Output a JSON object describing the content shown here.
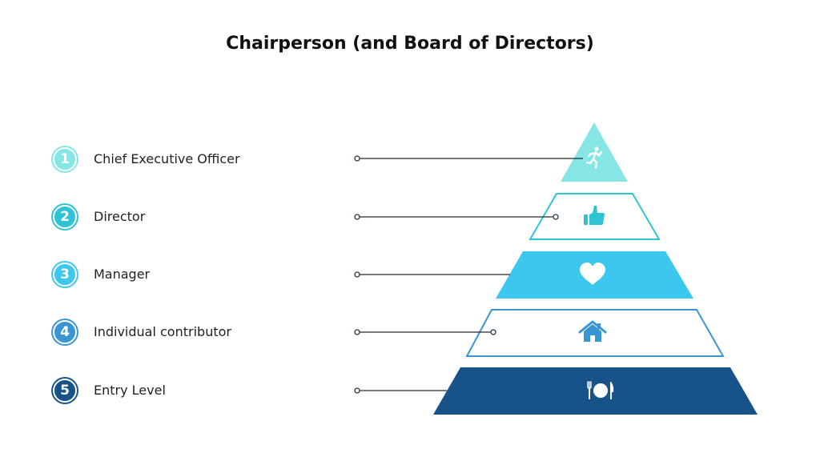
{
  "title": "Chairperson (and Board of Directors)",
  "levels": [
    {
      "number": "1",
      "label": "Chief Executive Officer",
      "icon": "running-person-icon",
      "style": "filled",
      "color": "#86E6E6"
    },
    {
      "number": "2",
      "label": "Director",
      "icon": "thumbs-up-icon",
      "style": "outline",
      "color": "#2EC4D6"
    },
    {
      "number": "3",
      "label": "Manager",
      "icon": "heart-icon",
      "style": "filled",
      "color": "#3CC8EE"
    },
    {
      "number": "4",
      "label": "Individual contributor",
      "icon": "home-icon",
      "style": "outline",
      "color": "#3A95D3"
    },
    {
      "number": "5",
      "label": "Entry Level",
      "icon": "fork-plate-knife-icon",
      "style": "filled",
      "color": "#175388"
    }
  ],
  "colors": {
    "connector_line": "#2a2a2a",
    "connector_dot_fill": "#ffffff",
    "connector_dot_stroke": "#1f3b55"
  }
}
